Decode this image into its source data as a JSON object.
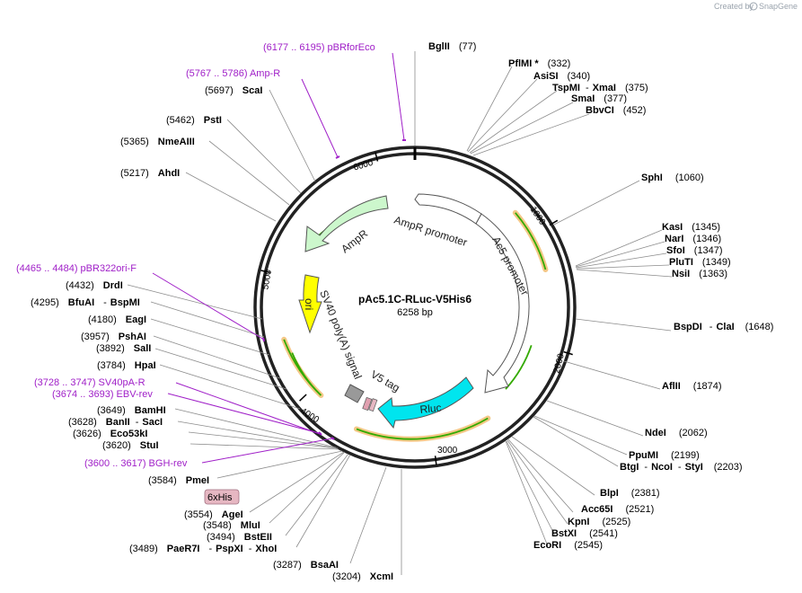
{
  "credit": {
    "prefix": "Created by",
    "brand": "SnapGene"
  },
  "plasmid": {
    "name": "pAc5.1C-RLuc-V5His6",
    "length_label": "6258 bp"
  },
  "ticks": [
    "1000",
    "2000",
    "3000",
    "4000",
    "5000",
    "6000"
  ],
  "features": {
    "ampr": "AmpR",
    "ampr_promoter": "AmpR promoter",
    "ac5_promoter": "Ac5 promoter",
    "ori": "ori",
    "sv40": "SV40 poly(A) signal",
    "v5tag": "V5 tag",
    "rluc": "Rluc",
    "sixhis": "6xHis"
  },
  "primers": {
    "pbrforeco": "(6177 .. 6195)  pBRforEco",
    "ampr": "(5767 .. 5786)  Amp-R",
    "pbr322ori": "(4465 .. 4484)  pBR322ori-F",
    "sv40pa": "(3728 .. 3747)  SV40pA-R",
    "ebv": "(3674 .. 3693)  EBV-rev",
    "bgh": "(3600 .. 3617)  BGH-rev"
  },
  "enzymes": {
    "bglii": {
      "name": "BglII",
      "pos": "(77)"
    },
    "pflmi": {
      "name": "PflMI *",
      "pos": "(332)"
    },
    "asisi": {
      "name": "AsiSI",
      "pos": "(340)"
    },
    "tspmi": {
      "name": "TspMI",
      "sep": "-",
      "name2": "XmaI",
      "pos": "(375)"
    },
    "smai": {
      "name": "SmaI",
      "pos": "(377)"
    },
    "bbvci": {
      "name": "BbvCI",
      "pos": "(452)"
    },
    "sphi": {
      "name": "SphI",
      "pos": "(1060)"
    },
    "kasi": {
      "name": "KasI",
      "pos": "(1345)"
    },
    "nari": {
      "name": "NarI",
      "pos": "(1346)"
    },
    "sfoi": {
      "name": "SfoI",
      "pos": "(1347)"
    },
    "pluti": {
      "name": "PluTI",
      "pos": "(1349)"
    },
    "nsii": {
      "name": "NsiI",
      "pos": "(1363)"
    },
    "bspdi": {
      "name": "BspDI",
      "sep": "-",
      "name2": "ClaI",
      "pos": "(1648)"
    },
    "aflii": {
      "name": "AflII",
      "pos": "(1874)"
    },
    "ndei": {
      "name": "NdeI",
      "pos": "(2062)"
    },
    "ppumi": {
      "name": "PpuMI",
      "pos": "(2199)"
    },
    "btgi": {
      "name": "BtgI",
      "sep": "-",
      "name2": "NcoI",
      "sep2": "-",
      "name3": "StyI",
      "pos": "(2203)"
    },
    "blpi": {
      "name": "BlpI",
      "pos": "(2381)"
    },
    "acc65i": {
      "name": "Acc65I",
      "pos": "(2521)"
    },
    "kpni": {
      "name": "KpnI",
      "pos": "(2525)"
    },
    "bstxi": {
      "name": "BstXI",
      "pos": "(2541)"
    },
    "ecori": {
      "name": "EcoRI",
      "pos": "(2545)"
    },
    "xcmi": {
      "name": "XcmI",
      "pos": "(3204)"
    },
    "bsaai": {
      "name": "BsaAI",
      "pos": "(3287)"
    },
    "paer7i": {
      "name": "PaeR7I",
      "sep": "-",
      "name2": "PspXI",
      "sep2": "-",
      "name3": "XhoI",
      "pos": "(3489)"
    },
    "bsteii": {
      "name": "BstEII",
      "pos": "(3494)"
    },
    "mlui": {
      "name": "MluI",
      "pos": "(3548)"
    },
    "agei": {
      "name": "AgeI",
      "pos": "(3554)"
    },
    "pmei": {
      "name": "PmeI",
      "pos": "(3584)"
    },
    "stui": {
      "name": "StuI",
      "pos": "(3620)"
    },
    "eco53ki": {
      "name": "Eco53kI",
      "pos": "(3626)"
    },
    "banii": {
      "name": "BanII",
      "sep": "-",
      "name2": "SacI",
      "pos": "(3628)"
    },
    "bamhi": {
      "name": "BamHI",
      "pos": "(3649)"
    },
    "hpai": {
      "name": "HpaI",
      "pos": "(3784)"
    },
    "sali": {
      "name": "SalI",
      "pos": "(3892)"
    },
    "pshai": {
      "name": "PshAI",
      "pos": "(3957)"
    },
    "eagi": {
      "name": "EagI",
      "pos": "(4180)"
    },
    "bfuai": {
      "name": "BfuAI",
      "sep": "-",
      "name2": "BspMI",
      "pos": "(4295)"
    },
    "drdi": {
      "name": "DrdI",
      "pos": "(4432)"
    },
    "ahdi": {
      "name": "AhdI",
      "pos": "(5217)"
    },
    "nmeaiii": {
      "name": "NmeAIII",
      "pos": "(5365)"
    },
    "psti": {
      "name": "PstI",
      "pos": "(5462)"
    },
    "scai": {
      "name": "ScaI",
      "pos": "(5697)"
    }
  },
  "colors": {
    "backbone": "#222222",
    "ampr_fill": "#ccf7cc",
    "ampr_promoter_fill": "#ffffff",
    "ori_fill": "#ffff00",
    "sv40_fill": "#999999",
    "rluc_fill": "#00e5ee",
    "v5_fill": "#e0a0b0",
    "sixhis_fill": "#e6b7c2",
    "primer": "#a020c8",
    "orf_line": "#33aa00",
    "orf_glow": "#f3c27a"
  }
}
